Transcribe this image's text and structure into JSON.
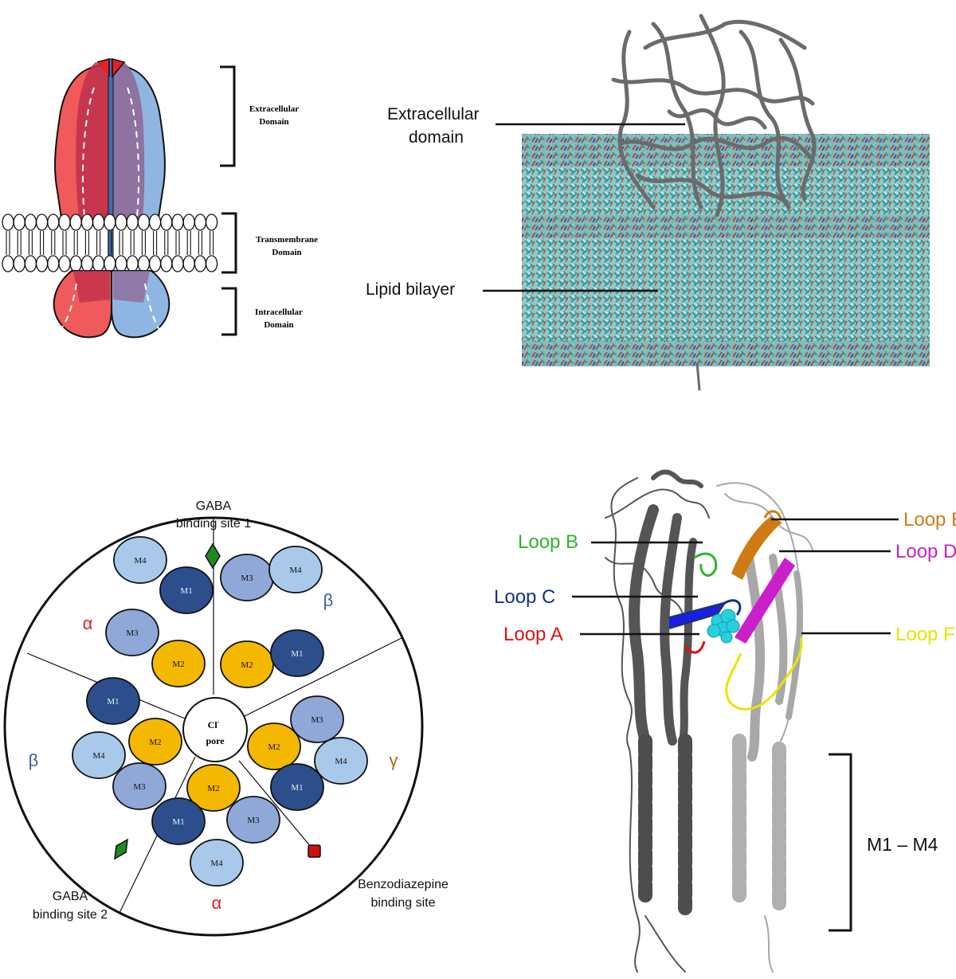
{
  "panel_a": {
    "domains": [
      {
        "line1": "Extracellular",
        "line2": "Domain"
      },
      {
        "line1": "Transmembrane",
        "line2": "Domain"
      },
      {
        "line1": "Intracellular",
        "line2": "Domain"
      }
    ]
  },
  "panel_b": {
    "extracellular_line1": "Extracellular",
    "extracellular_line2": "domain",
    "lipid_bilayer": "Lipid bilayer"
  },
  "panel_c": {
    "gaba_site_1_line1": "GABA",
    "gaba_site_1_line2": "binding site 1",
    "gaba_site_2_line1": "GABA",
    "gaba_site_2_line2": "binding site 2",
    "bzd_site_line1": "Benzodiazepine",
    "bzd_site_line2": "binding site",
    "pore_line1": "Cl",
    "pore_sup": "-",
    "pore_line2": "pore",
    "subunits": {
      "alpha_top": "α",
      "beta_top": "β",
      "beta_left": "β",
      "gamma": "γ",
      "alpha_bottom": "α"
    },
    "helices": {
      "m1": "M1",
      "m2": "M2",
      "m3": "M3",
      "m4": "M4"
    },
    "colors": {
      "m1": "#2c4e8c",
      "m2": "#f5b800",
      "m3": "#8fa8d8",
      "m4": "#a9c9ea"
    }
  },
  "panel_d": {
    "loops": {
      "a": "Loop A",
      "b": "Loop B",
      "c": "Loop C",
      "d": "Loop D",
      "e": "Loop E",
      "f": "Loop F"
    },
    "tm_bracket": "M1 – M4",
    "loop_colors": {
      "a": "#e01010",
      "b": "#2db52d",
      "c": "#1a2f8a",
      "d": "#cc1fcc",
      "e": "#d07a14",
      "f": "#e6e600"
    }
  }
}
